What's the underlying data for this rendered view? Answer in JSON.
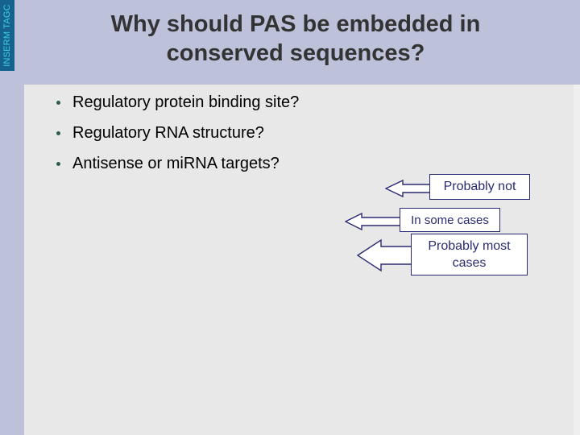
{
  "brand": {
    "label": "INSERM TAGC",
    "bar_color": "#15628f",
    "text_color": "#3fd0e8"
  },
  "slide": {
    "title": "Why should PAS be embedded in conserved sequences?",
    "title_color": "#333333",
    "band_color": "#bdc2da",
    "content_bg": "#e8e8e8"
  },
  "bullets": [
    {
      "label": "Regulatory protein binding site?",
      "marker": "bullet-dot"
    },
    {
      "label": "Regulatory RNA structure?",
      "marker": "bullet-dot"
    },
    {
      "label": "Antisense or miRNA targets?",
      "marker": "bullet-dot"
    }
  ],
  "callouts": [
    {
      "id": "probably-not",
      "line1": "Probably not",
      "line2": "",
      "points_to": "Regulatory protein binding site?",
      "arrow_direction": "left",
      "border_color": "#2a2a72",
      "text_color": "#2a2a72"
    },
    {
      "id": "in-some-cases",
      "line1": "In some cases",
      "line2": "",
      "points_to": "Regulatory RNA structure?",
      "arrow_direction": "left",
      "border_color": "#2a2a72",
      "text_color": "#2a2a72"
    },
    {
      "id": "probably-most-cases",
      "line1": "Probably most",
      "line2": "cases",
      "points_to": "Antisense or miRNA targets?",
      "arrow_direction": "left",
      "border_color": "#2a2a72",
      "text_color": "#2a2a72"
    }
  ]
}
